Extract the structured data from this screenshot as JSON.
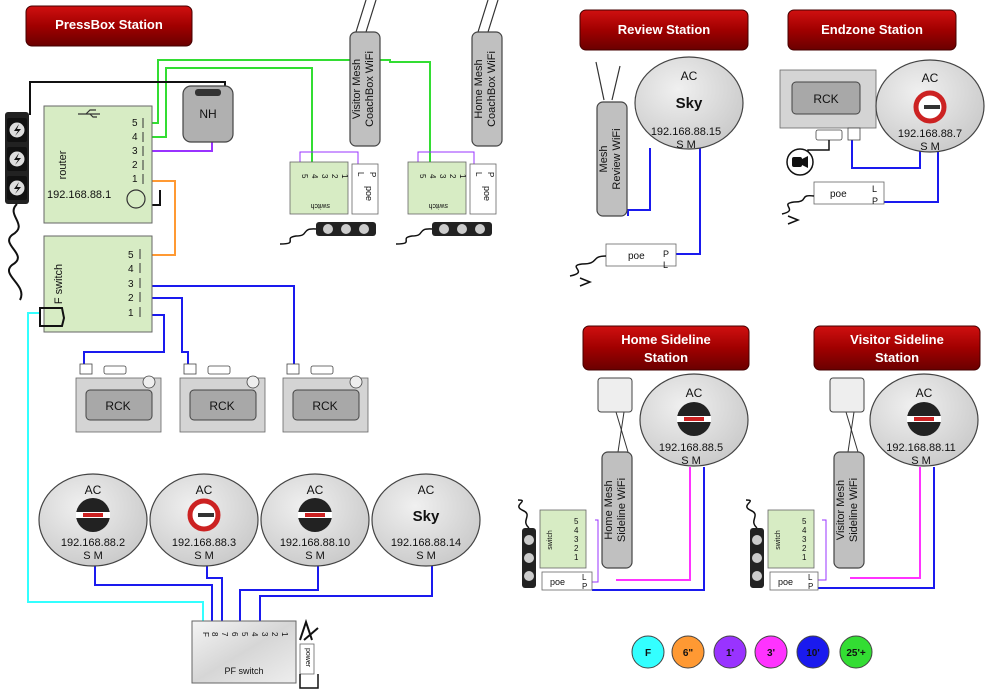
{
  "titles": {
    "pressbox": "PressBox Station",
    "review": "Review Station",
    "endzone": "Endzone Station",
    "home_sideline_1": "Home Sideline",
    "home_sideline_2": "Station",
    "visitor_sideline_1": "Visitor Sideline",
    "visitor_sideline_2": "Station"
  },
  "router": {
    "label": "router",
    "ip": "192.168.88.1",
    "ports": [
      "5",
      "4",
      "3",
      "2",
      "1"
    ]
  },
  "f_switch": {
    "label": "F switch",
    "ports": [
      "5",
      "4",
      "3",
      "2",
      "1"
    ]
  },
  "nh_label": "NH",
  "mesh": {
    "visitor_coachbox_1": "Visitor Mesh",
    "visitor_coachbox_2": "CoachBox WiFi",
    "home_coachbox_1": "Home Mesh",
    "home_coachbox_2": "CoachBox WiFi",
    "review_1": "Mesh",
    "review_2": "Review WiFi",
    "home_sideline_1": "Home Mesh",
    "home_sideline_2": "Sideline  WiFi",
    "visitor_sideline_1": "Visitor Mesh",
    "visitor_sideline_2": "Sideline  WiFi"
  },
  "small_switch": {
    "label": "switch",
    "ports": [
      "5",
      "4",
      "3",
      "2",
      "1"
    ]
  },
  "poe": {
    "label": "poe",
    "l": "L",
    "p": "P"
  },
  "rck_label": "RCK",
  "ac": {
    "label": "AC",
    "sm": "S M",
    "sky": "Sky"
  },
  "ips": {
    "review": "192.168.88.15",
    "endzone": "192.168.88.7",
    "home_sideline": "192.168.88.5",
    "visitor_sideline": "192.168.88.11",
    "pf_1": "192.168.88.2",
    "pf_2": "192.168.88.3",
    "pf_3": "192.168.88.10",
    "pf_4": "192.168.88.14"
  },
  "pf_switch": {
    "label": "PF switch",
    "ports": [
      "F",
      "8",
      "7",
      "6",
      "5",
      "4",
      "3",
      "2",
      "1"
    ],
    "power": "power"
  },
  "legend": [
    {
      "label": "F",
      "color": "#33ffff"
    },
    {
      "label": "6\"",
      "color": "#ff9933"
    },
    {
      "label": "1'",
      "color": "#9933ff"
    },
    {
      "label": "3'",
      "color": "#ff33ff"
    },
    {
      "label": "10'",
      "color": "#1a1aee"
    },
    {
      "label": "25'+",
      "color": "#33dd33"
    }
  ],
  "colors": {
    "title_red": "#a00000",
    "device_green": "#d7ecc4",
    "cable_blue": "#1a1aee",
    "cable_green": "#33dd33",
    "cable_magenta": "#ff33ff",
    "cable_purple": "#9933ff",
    "cable_orange": "#ff9933",
    "cable_cyan": "#33ffff"
  }
}
